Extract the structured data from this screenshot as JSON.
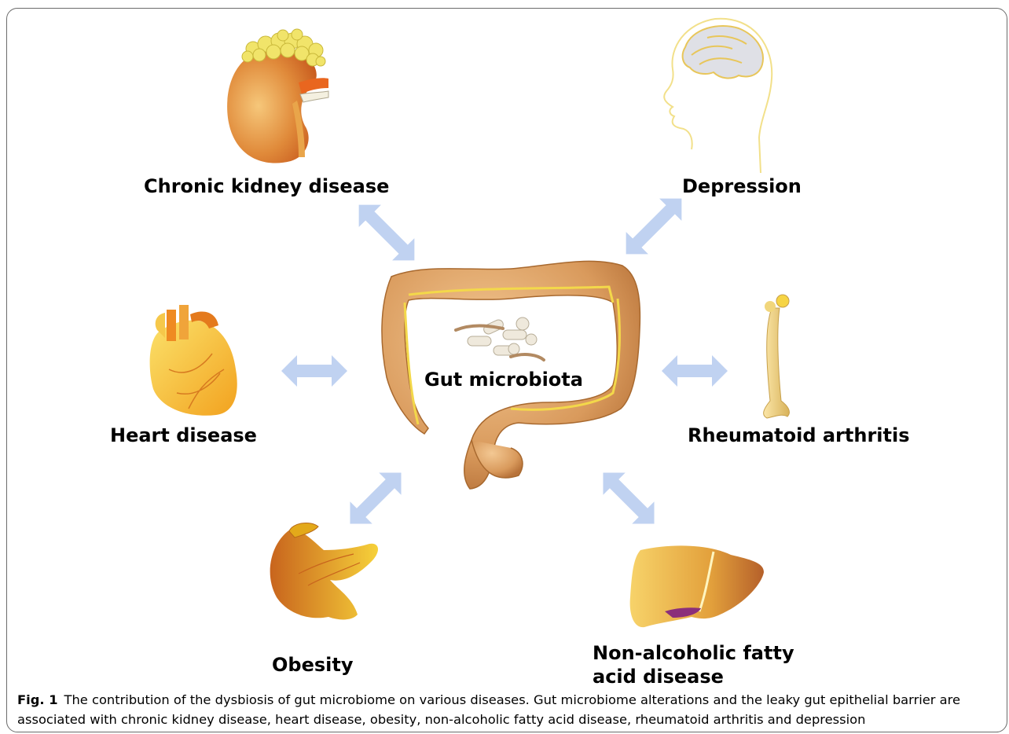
{
  "diagram": {
    "center_label": "Gut microbiota",
    "diseases": [
      {
        "id": "kidney",
        "label": "Chronic kidney disease"
      },
      {
        "id": "depression",
        "label": "Depression"
      },
      {
        "id": "heart",
        "label": "Heart disease"
      },
      {
        "id": "arthritis",
        "label": "Rheumatoid arthritis"
      },
      {
        "id": "obesity",
        "label": "Obesity"
      },
      {
        "id": "liver",
        "label_line1": "Non-alcoholic fatty",
        "label_line2": "acid disease"
      }
    ],
    "arrow_color": "#b9cdf0"
  },
  "caption": {
    "fig_label": "Fig. 1",
    "text": "The contribution of the dysbiosis of gut microbiome on various diseases. Gut microbiome alterations and the leaky gut epithelial barrier are associated with chronic kidney disease, heart disease, obesity, non-alcoholic fatty acid disease, rheumatoid arthritis and depression"
  }
}
